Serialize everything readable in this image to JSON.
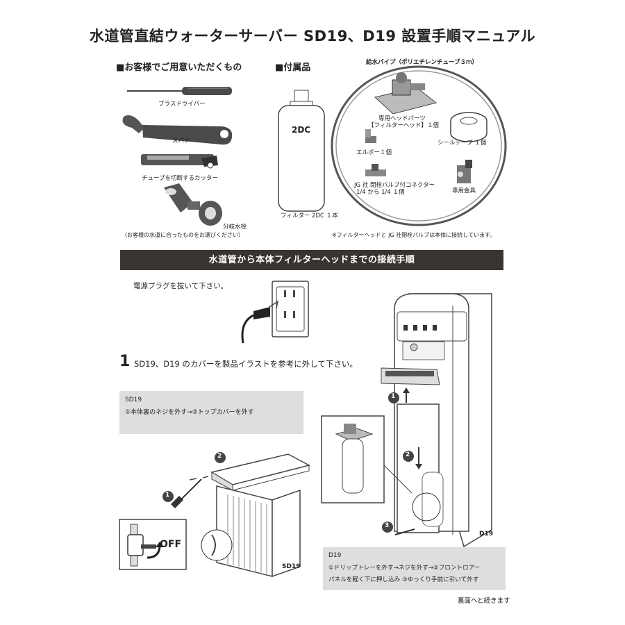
{
  "title": "水道管直結ウォーターサーバー SD19、D19 設置手順マニュアル",
  "sections": {
    "prepare": "■お客様でご用意いただくもの",
    "accessories": "■付属品",
    "pipe": "給水パイプ（ポリエチレンチューブ３ｍ）"
  },
  "prepare_items": {
    "driver": "プラスドライバー",
    "spanner": "スパナ",
    "cutter": "チューブを切断するカッター",
    "valve": "分岐水栓",
    "valve_note": "（お客様の水道に合ったものをお選びください）"
  },
  "accessory_items": {
    "filter_text": "2DC",
    "filter": "フィルター 2DC １本",
    "head_1": "専用ヘッドパーツ",
    "head_2": "【フィルターヘッド】１個",
    "tape": "シールテープ １個",
    "elbow": "エルボー１個",
    "connector_1": "JG 社 閉栓バルブ付コネクター",
    "connector_2": "1/4 から 1/4 １個",
    "fitting": "専用金具",
    "footnote": "※フィルターヘッドと JG 社閉栓バルブは本体に接続しています。"
  },
  "procedure_bar": "水道管から本体フィルターヘッドまでの接続手順",
  "unplug": "電源プラグを抜いて下さい。",
  "step1": {
    "number": "1",
    "text": "SD19、D19 のカバーを製品イラストを参考に外して下さい。"
  },
  "sd19_note": {
    "title": "SD19",
    "text": "①本体裏のネジを外す→②トップカバーを外す"
  },
  "d19_note": {
    "title": "D19",
    "line1": "①ドリップトレーを外す→ネジを外す→②フロントロアー",
    "line2": "パネルを軽く下に押し込み ③ゆっくり手前に引いて外す"
  },
  "callouts": {
    "n1": "1",
    "n2": "2",
    "n3": "3",
    "off": "OFF",
    "sd19": "SD19",
    "d19": "D19"
  },
  "footer": "裏面へと続きます"
}
